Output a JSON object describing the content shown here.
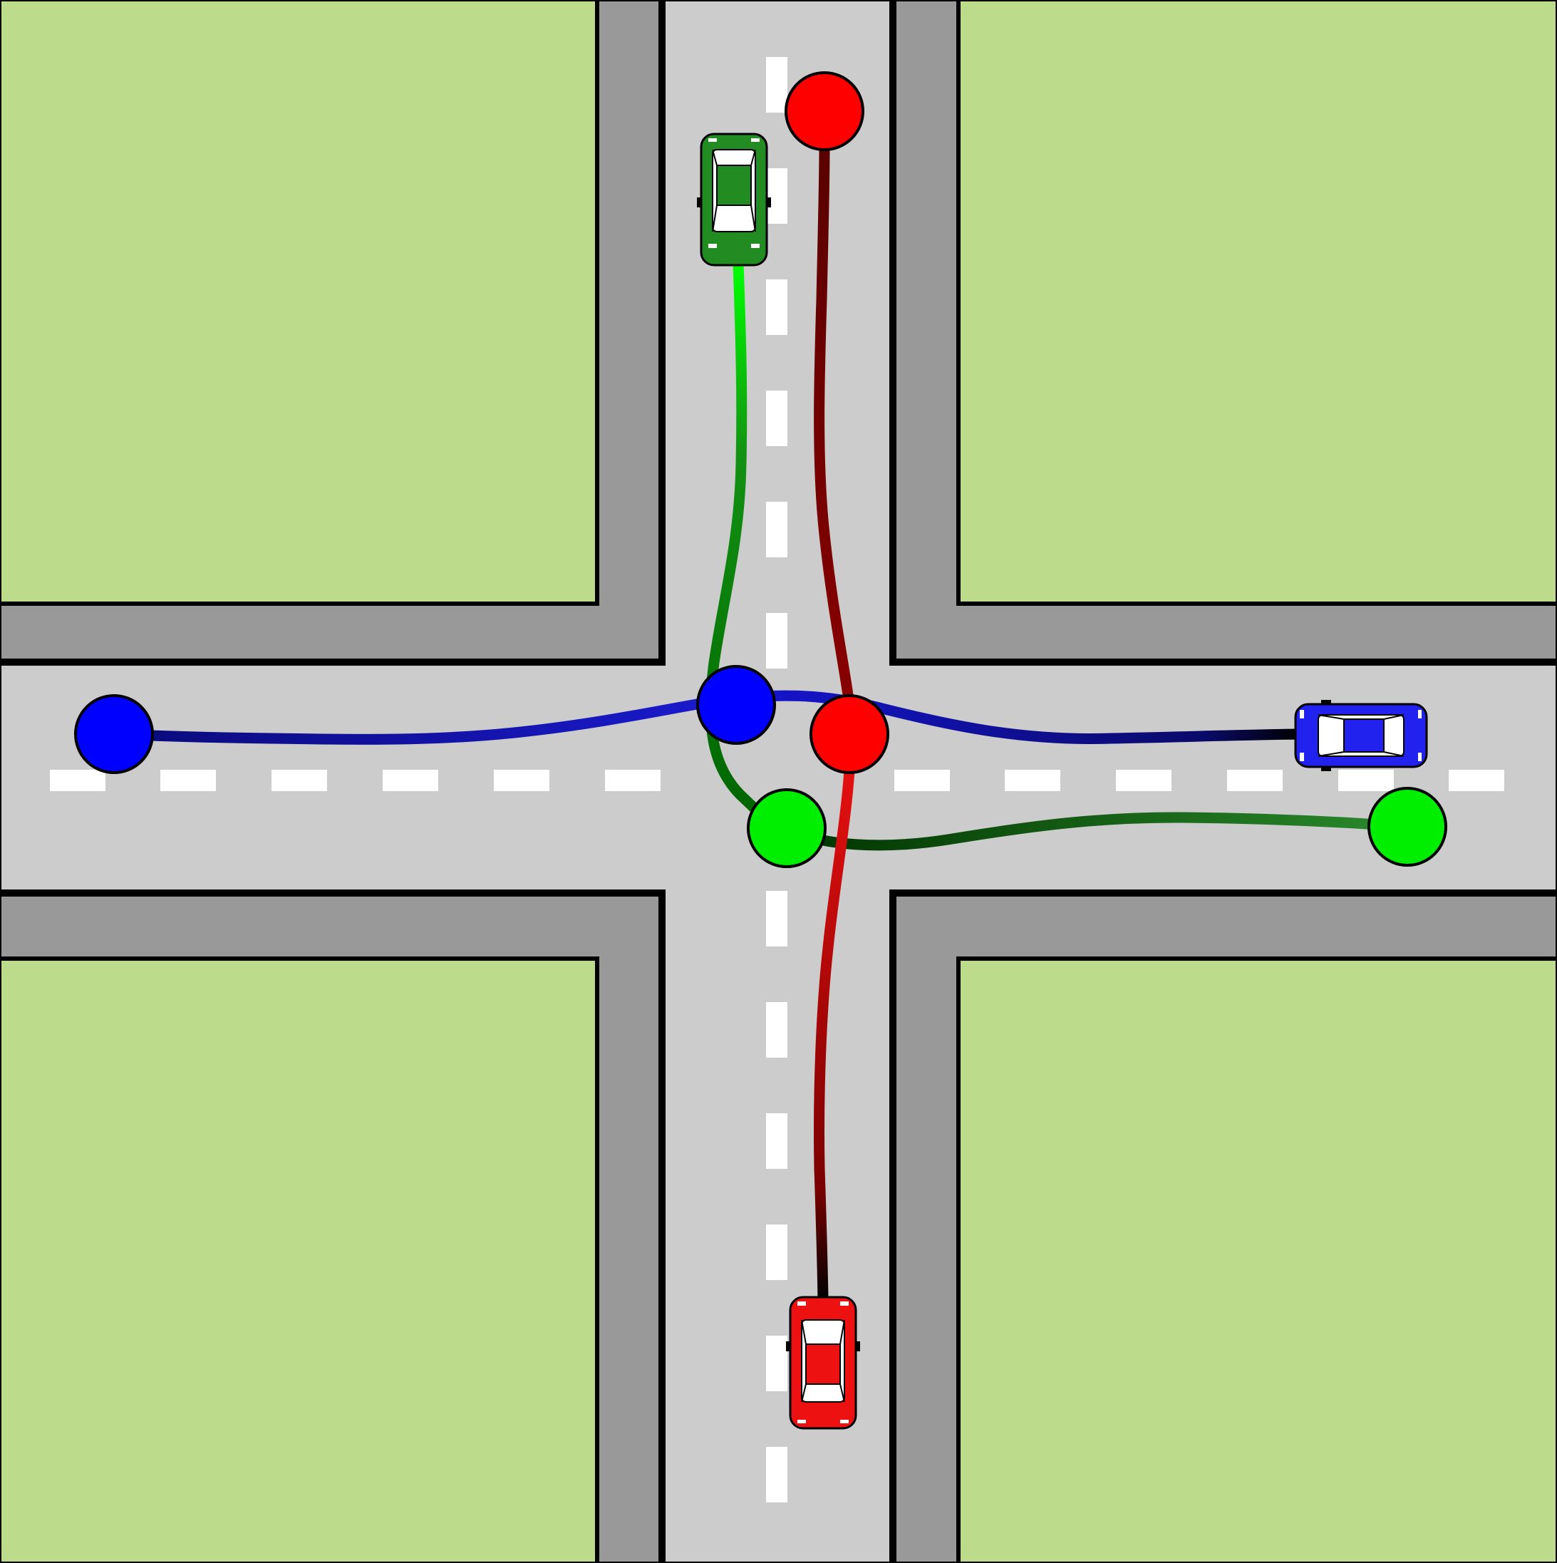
{
  "colors": {
    "grass": "#bcdc8c",
    "sidewalk": "#999999",
    "road": "#cccccc",
    "curb": "#000000",
    "lane_marking": "#ffffff"
  },
  "vehicles": [
    {
      "id": "green",
      "color": "#228b22",
      "heading": "north",
      "lane": "southbound"
    },
    {
      "id": "red",
      "color": "#ee1111",
      "heading": "north",
      "lane": "northbound"
    },
    {
      "id": "blue",
      "color": "#2222ee",
      "heading": "west",
      "lane": "westbound"
    }
  ],
  "waypoints": [
    {
      "vehicle": "green",
      "color": "#00ee00",
      "role": "intermediate"
    },
    {
      "vehicle": "green",
      "color": "#00ee00",
      "role": "goal"
    },
    {
      "vehicle": "red",
      "color": "#ff0000",
      "role": "intermediate"
    },
    {
      "vehicle": "red",
      "color": "#ff0000",
      "role": "goal"
    },
    {
      "vehicle": "blue",
      "color": "#0000ff",
      "role": "intermediate"
    },
    {
      "vehicle": "blue",
      "color": "#0000ff",
      "role": "goal"
    }
  ],
  "trajectories": [
    {
      "vehicle": "green",
      "gradient": [
        "#00ff00",
        "#006600"
      ]
    },
    {
      "vehicle": "red",
      "gradient": [
        "#000000",
        "#ee1111",
        "#7a0000"
      ]
    },
    {
      "vehicle": "blue",
      "gradient": [
        "#000000",
        "#0a0a8a"
      ]
    }
  ]
}
